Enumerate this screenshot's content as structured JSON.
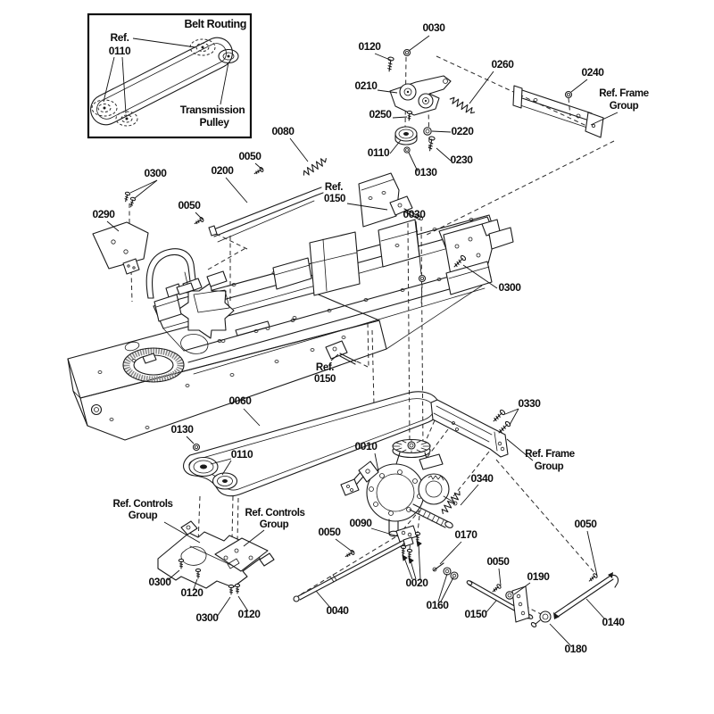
{
  "page": {
    "background": "#ffffff",
    "line_color": "#1a1a1a"
  },
  "inset": {
    "title": "Belt Routing",
    "ref": {
      "line1": "Ref.",
      "line2": "0110"
    },
    "pulley": {
      "line1": "Transmission",
      "line2": "Pulley"
    }
  },
  "labels": {
    "p0010": "0010",
    "p0020": "0020",
    "p0030": "0030",
    "p0040": "0040",
    "p0050": "0050",
    "p0060": "0060",
    "p0080": "0080",
    "p0090": "0090",
    "p0110": "0110",
    "p0120": "0120",
    "p0130": "0130",
    "p0140": "0140",
    "p0150": "0150",
    "p0160": "0160",
    "p0170": "0170",
    "p0180": "0180",
    "p0190": "0190",
    "p0200": "0200",
    "p0210": "0210",
    "p0220": "0220",
    "p0230": "0230",
    "p0240": "0240",
    "p0250": "0250",
    "p0260": "0260",
    "p0290": "0290",
    "p0300": "0300",
    "p0330": "0330",
    "p0340": "0340"
  },
  "refs": {
    "frame": {
      "line1": "Ref. Frame",
      "line2": "Group"
    },
    "controls": {
      "line1": "Ref. Controls",
      "line2": "Group"
    },
    "r0150": {
      "line1": "Ref.",
      "line2": "0150"
    }
  }
}
